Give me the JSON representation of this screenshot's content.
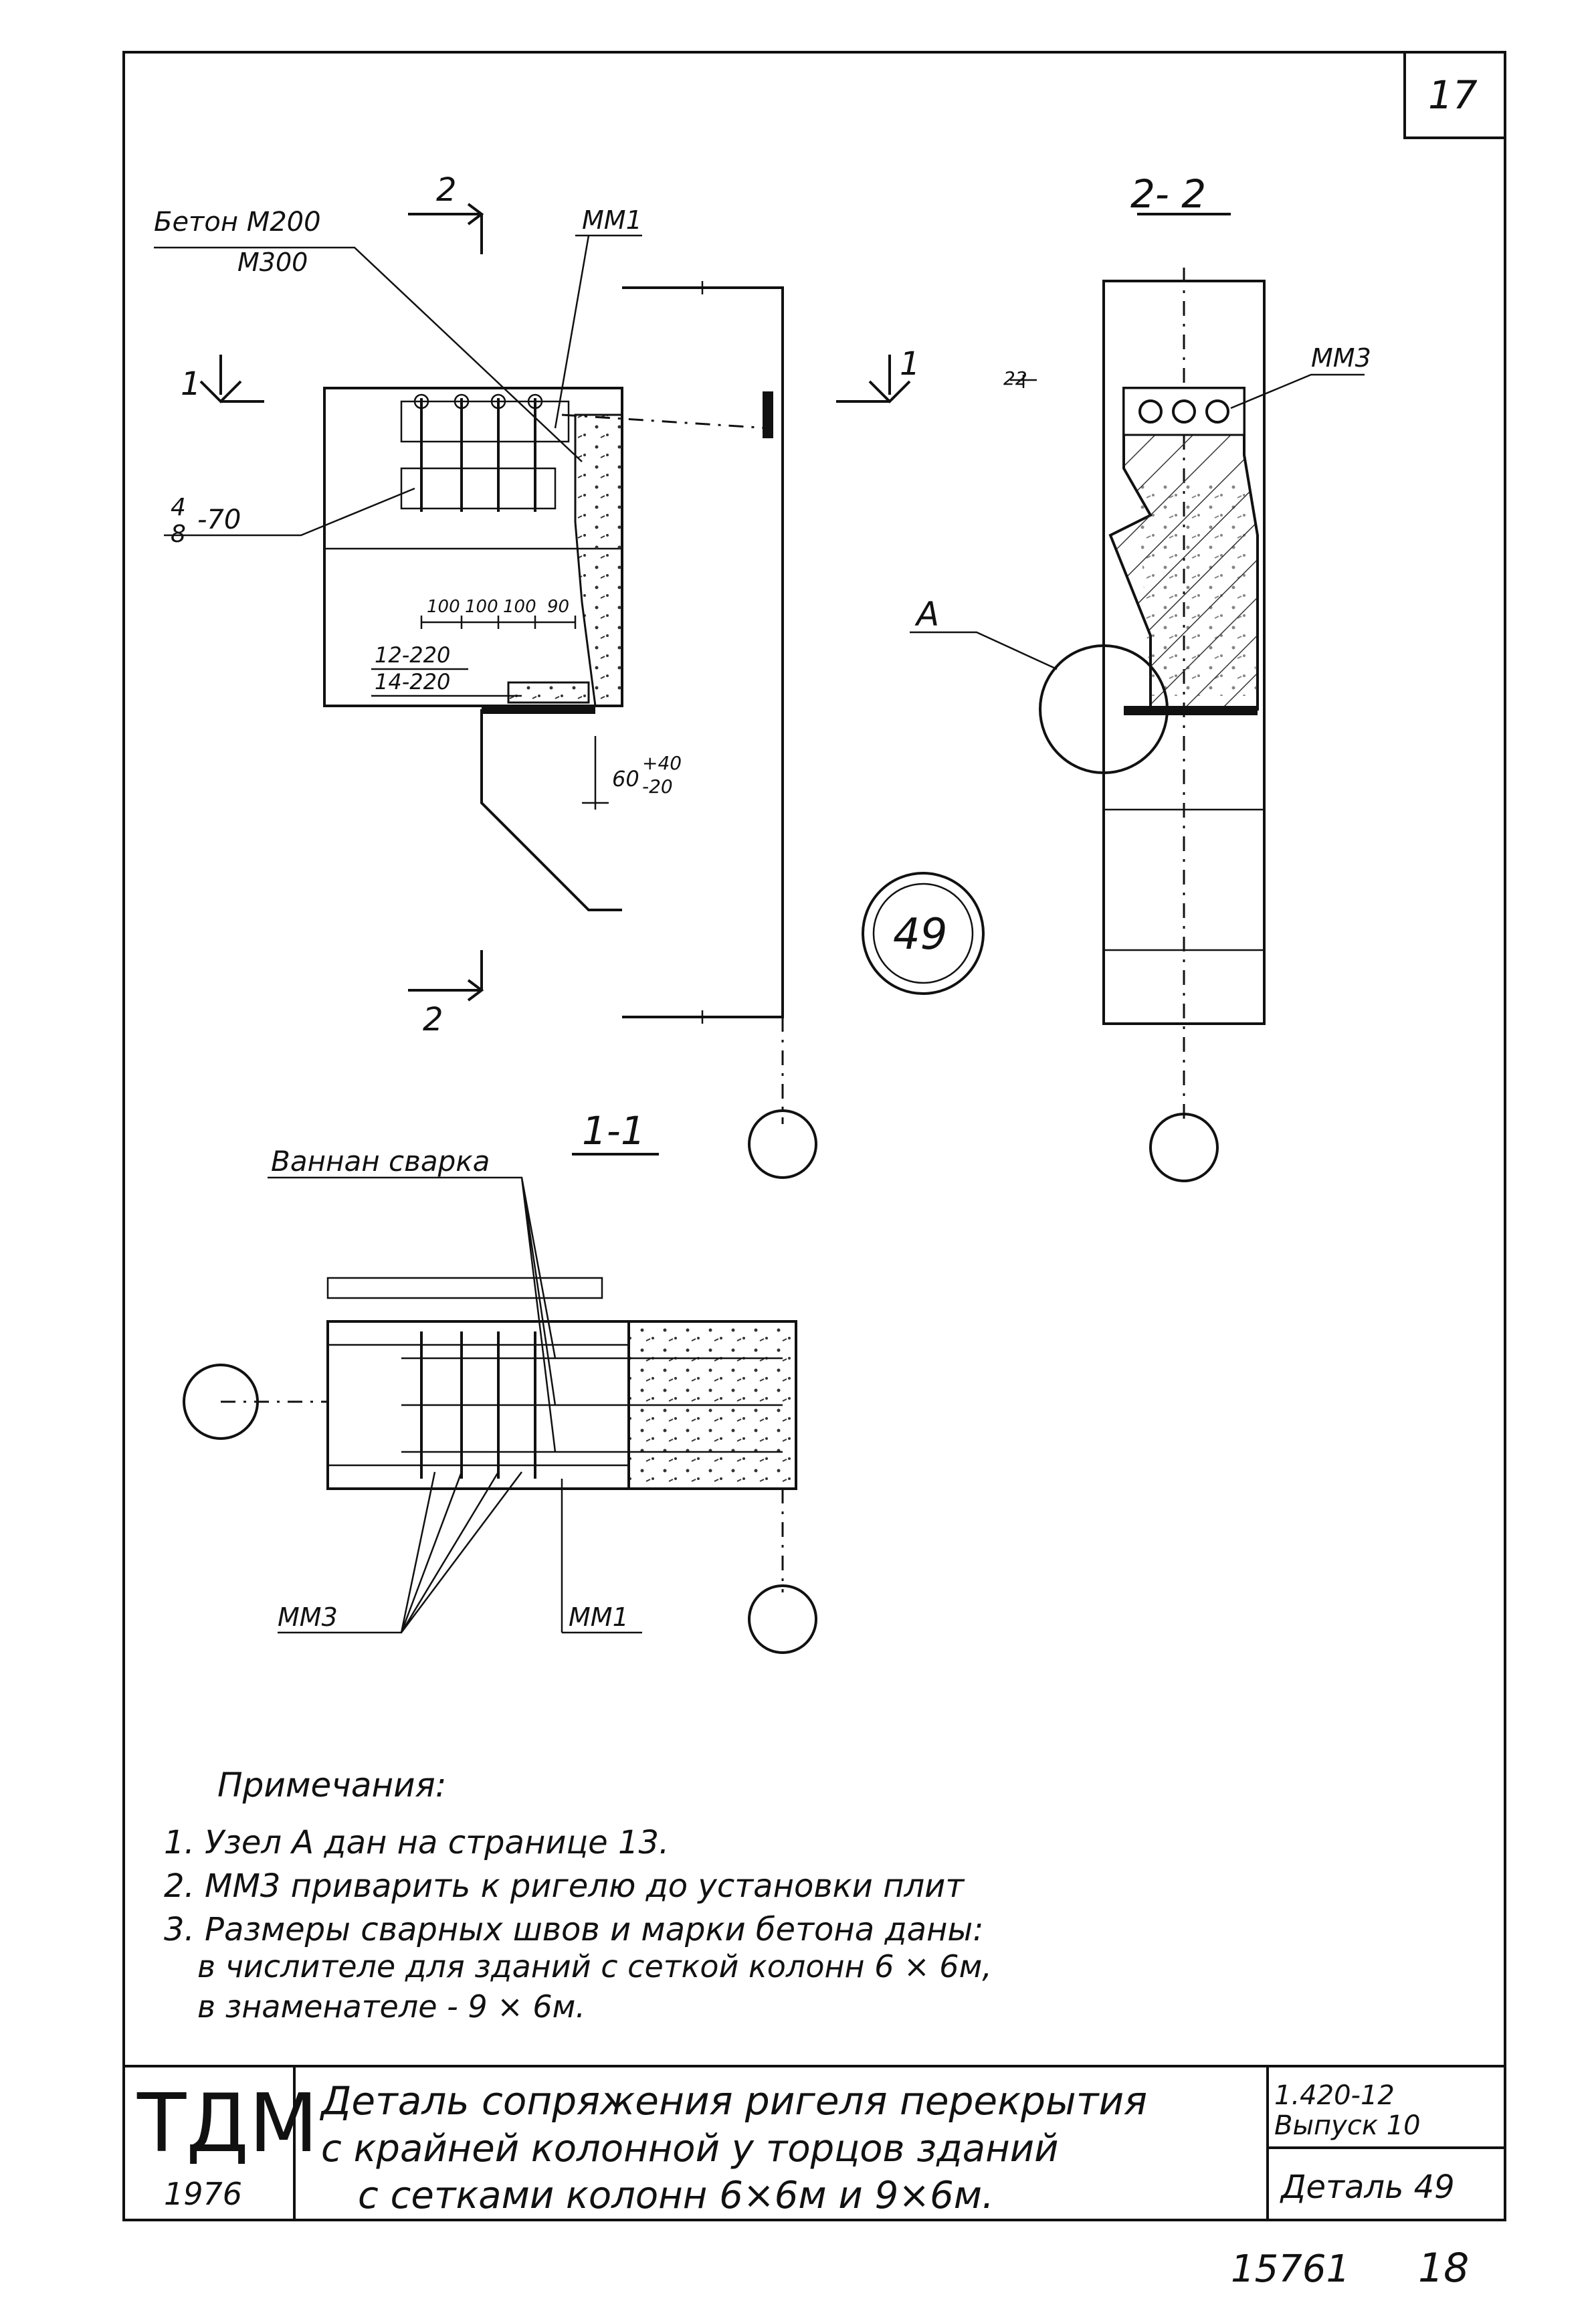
{
  "sheet_number": "17",
  "labels": {
    "concrete_top": "Бетон М200",
    "concrete_bottom": "М300",
    "mm1_top": "ММ1",
    "mm1_bottom": "ММ1",
    "mm3_right": "ММ3",
    "mm3_bottom": "ММ3",
    "weld": "4/8 -70",
    "weld_num": "4",
    "weld_den": "8",
    "weld_len": "-70",
    "dims": "100 100 100 90",
    "d1": "100",
    "d2": "100",
    "d3": "100",
    "d4": "90",
    "seam_top": "12-220",
    "seam_bottom": "14-220",
    "gap_main": "60",
    "gap_plus": "+40",
    "gap_minus": "-20",
    "dim_22": "22",
    "node_a": "А",
    "section_1": "1",
    "section_2": "2",
    "section_1_1": "1-1",
    "section_2_2": "2- 2",
    "bath_weld": "Ваннан сварка",
    "detail_number": "49"
  },
  "notes": {
    "heading": "Примечания:",
    "items": [
      "1. Узел А дан на странице 13.",
      "2. ММ3 приварить к ригелю до установки плит",
      "3. Размеры сварных швов и марки бетона даны:",
      "в числителе для зданий с сеткой колонн 6 × 6м,",
      "в знаменателе - 9 × 6м."
    ]
  },
  "title_block": {
    "logo": "ТДМ",
    "year": "1976",
    "title_lines": [
      "Деталь сопряжения ригеля перекрытия",
      "с крайней колонной у торцов зданий",
      "с сетками колонн 6×6м и 9×6м."
    ],
    "series": "1.420-12",
    "issue": "Выпуск 10",
    "detail": "Деталь 49"
  },
  "footer": {
    "left": "15761",
    "right": "18"
  }
}
